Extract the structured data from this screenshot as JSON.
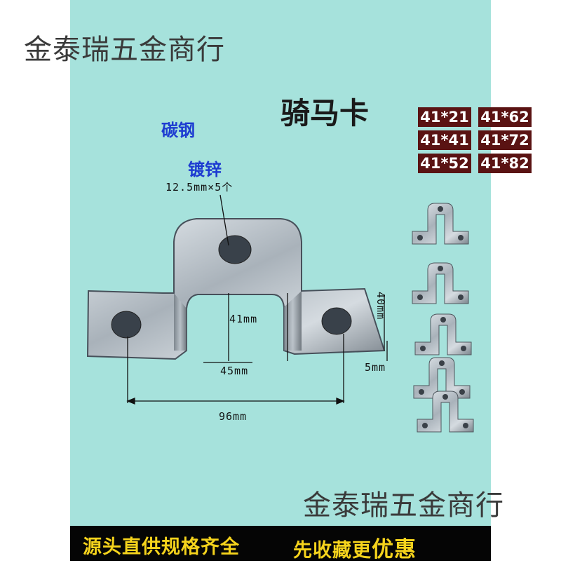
{
  "watermark_top": "金泰瑞五金商行",
  "watermark_bottom": "金泰瑞五金商行",
  "title": "骑马卡",
  "materials": [
    "碳钢",
    "镀锌"
  ],
  "sizes": [
    "41*21",
    "41*62",
    "41*41",
    "41*72",
    "41*52",
    "41*82"
  ],
  "dimensions": {
    "hole": "12.5mm×5个",
    "height": "41mm",
    "inner_width": "45mm",
    "total_length": "96mm",
    "thickness": "5mm",
    "width": "40mm"
  },
  "banner": {
    "left": "源头直供规格齐全",
    "right_prefix": "先收藏更",
    "right_emphasis": "优惠"
  },
  "colors": {
    "background": "#a6e2dc",
    "size_tag": "#5a1313",
    "material_text": "#1d3bd1",
    "banner_text": "#f5d31c"
  }
}
